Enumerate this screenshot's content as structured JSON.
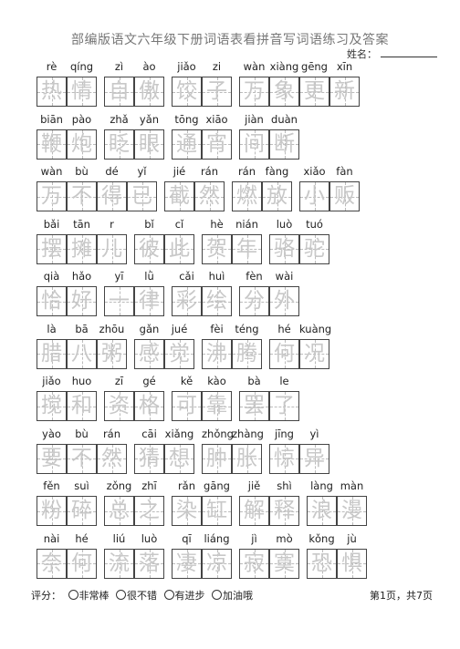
{
  "title": "部编版语文六年级下册词语表看拼音写词语练习及答案",
  "name_label": "姓名：",
  "rows": [
    {
      "pinyin": [
        "rè",
        "qíng",
        "zì",
        "ào",
        "jiǎo",
        "zi",
        "wàn",
        "xiàng",
        "gēng",
        "xīn"
      ],
      "hanzi": [
        "热",
        "情",
        "自",
        "傲",
        "饺",
        "子",
        "万",
        "象",
        "更",
        "新"
      ],
      "groups": [
        2,
        2,
        2,
        4
      ]
    },
    {
      "pinyin": [
        "biān",
        "pào",
        "zhǎ",
        "yǎn",
        "tōng",
        "xiāo",
        "jiàn",
        "duàn"
      ],
      "hanzi": [
        "鞭",
        "炮",
        "眨",
        "眼",
        "通",
        "宵",
        "间",
        "断"
      ],
      "groups": [
        2,
        2,
        2,
        2
      ]
    },
    {
      "pinyin": [
        "wàn",
        "bù",
        "dé",
        "yǐ",
        "jié",
        "rán",
        "rán",
        "fàng",
        "xiǎo",
        "fàn"
      ],
      "hanzi": [
        "万",
        "不",
        "得",
        "已",
        "截",
        "然",
        "燃",
        "放",
        "小",
        "贩"
      ],
      "groups": [
        4,
        2,
        2,
        2
      ]
    },
    {
      "pinyin": [
        "bǎi",
        "tān",
        "r",
        "bǐ",
        "cǐ",
        "hè",
        "nián",
        "luò",
        "tuó"
      ],
      "hanzi": [
        "摆",
        "摊",
        "儿",
        "彼",
        "此",
        "贺",
        "年",
        "骆",
        "驼"
      ],
      "groups": [
        3,
        2,
        2,
        2
      ]
    },
    {
      "pinyin": [
        "qià",
        "hǎo",
        "yī",
        "lǜ",
        "cǎi",
        "huì",
        "fèn",
        "wài"
      ],
      "hanzi": [
        "恰",
        "好",
        "一",
        "律",
        "彩",
        "绘",
        "分",
        "外"
      ],
      "groups": [
        2,
        2,
        2,
        2
      ]
    },
    {
      "pinyin": [
        "là",
        "bā",
        "zhōu",
        "gǎn",
        "jué",
        "fèi",
        "téng",
        "hé",
        "kuàng"
      ],
      "hanzi": [
        "腊",
        "八",
        "粥",
        "感",
        "觉",
        "沸",
        "腾",
        "何",
        "况"
      ],
      "groups": [
        3,
        2,
        2,
        2
      ]
    },
    {
      "pinyin": [
        "jiǎo",
        "huo",
        "zī",
        "gé",
        "kě",
        "kào",
        "bà",
        "le"
      ],
      "hanzi": [
        "搅",
        "和",
        "资",
        "格",
        "可",
        "靠",
        "罢",
        "了"
      ],
      "groups": [
        2,
        2,
        2,
        2
      ]
    },
    {
      "pinyin": [
        "yào",
        "bù",
        "rán",
        "cāi",
        "xiǎng",
        "zhǒng",
        "zhàng",
        "jīng",
        "yì"
      ],
      "hanzi": [
        "要",
        "不",
        "然",
        "猜",
        "想",
        "肿",
        "胀",
        "惊",
        "异"
      ],
      "groups": [
        3,
        2,
        2,
        2
      ]
    },
    {
      "pinyin": [
        "fěn",
        "suì",
        "zǒng",
        "zhī",
        "rǎn",
        "gāng",
        "jiě",
        "shì",
        "làng",
        "màn"
      ],
      "hanzi": [
        "粉",
        "碎",
        "总",
        "之",
        "染",
        "缸",
        "解",
        "释",
        "浪",
        "漫"
      ],
      "groups": [
        2,
        2,
        2,
        2,
        2
      ]
    },
    {
      "pinyin": [
        "nài",
        "hé",
        "liú",
        "luò",
        "qī",
        "liáng",
        "jì",
        "mò",
        "kǒng",
        "jù"
      ],
      "hanzi": [
        "奈",
        "何",
        "流",
        "落",
        "凄",
        "凉",
        "寂",
        "寞",
        "恐",
        "惧"
      ],
      "groups": [
        2,
        2,
        2,
        2,
        2
      ]
    }
  ],
  "footer": {
    "label": "评分：",
    "options": [
      "非常棒",
      "很不错",
      "有进步",
      "加油哦"
    ],
    "page": "第1页，共7页"
  }
}
